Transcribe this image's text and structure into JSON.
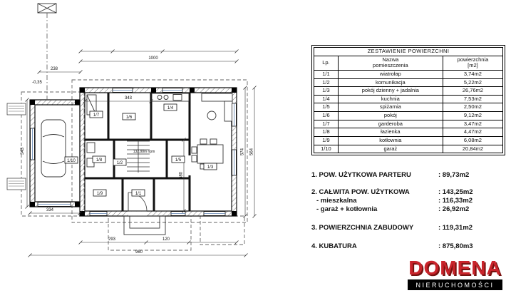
{
  "plan": {
    "markers": [
      {
        "label": "1/1"
      },
      {
        "label": "1/2"
      },
      {
        "label": "1/3"
      },
      {
        "label": "1/4"
      },
      {
        "label": "1/5"
      },
      {
        "label": "1/6"
      },
      {
        "label": "1/7"
      },
      {
        "label": "1/8"
      },
      {
        "label": "1/9"
      },
      {
        "label": "1/10"
      }
    ],
    "dims": [
      "238",
      "1000",
      "343",
      "-0,35",
      "334",
      "293",
      "120",
      "960",
      "680",
      "574",
      "343",
      "564"
    ],
    "note": "132,88m npm"
  },
  "table": {
    "title": "ZESTAWIENIE POWIERZCHNI",
    "col_lp": "Lp.",
    "col_name_1": "Nazwa",
    "col_name_2": "pomieszczenia",
    "col_area_1": "powierzchnia",
    "col_area_2": "[m2]",
    "rows": [
      {
        "lp": "1/1",
        "name": "wiatrołap",
        "area": "3,74m2"
      },
      {
        "lp": "1/2",
        "name": "komunikacja",
        "area": "5,22m2"
      },
      {
        "lp": "1/3",
        "name": "pokój dzienny + jadalnia",
        "area": "26,76m2"
      },
      {
        "lp": "1/4",
        "name": "kuchnia",
        "area": "7,53m2"
      },
      {
        "lp": "1/5",
        "name": "spiżarnia",
        "area": "2,50m2"
      },
      {
        "lp": "1/6",
        "name": "pokój",
        "area": "9,12m2"
      },
      {
        "lp": "1/7",
        "name": "garderoba",
        "area": "3,47m2"
      },
      {
        "lp": "1/8",
        "name": "łazienka",
        "area": "4,47m2"
      },
      {
        "lp": "1/9",
        "name": "kotłownia",
        "area": "6,08m2"
      },
      {
        "lp": "1/10",
        "name": "garaż",
        "area": "20,84m2"
      }
    ]
  },
  "summary": {
    "items": [
      {
        "label": "1. POW. UŻYTKOWA PARTERU",
        "value": ": 89,73m2"
      },
      {
        "label": "2. CAŁWITA POW. UŻYTKOWA",
        "value": ": 143,25m2"
      },
      {
        "label": "- mieszkalna",
        "value": ": 116,33m2"
      },
      {
        "label": "- garaż + kotłownia",
        "value": ": 26,92m2"
      },
      {
        "label": "3. POWIERZCHNIA ZABUDOWY",
        "value": ": 119,31m2"
      },
      {
        "label": "4. KUBATURA",
        "value": ": 875,80m3"
      }
    ]
  },
  "logo": {
    "brand": "DOMENA",
    "tagline": "NIERUCHOMOŚCI"
  }
}
